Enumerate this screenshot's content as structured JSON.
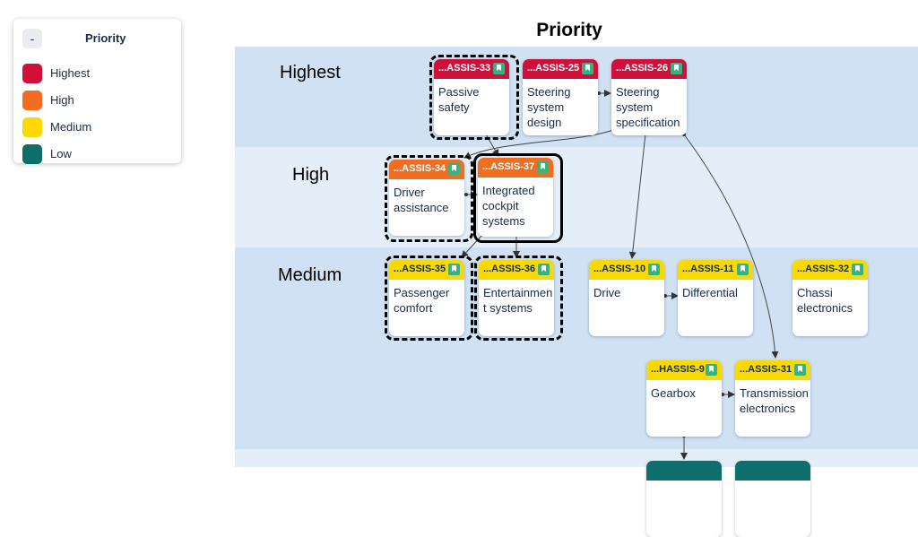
{
  "legend": {
    "toggle_label": "-",
    "title": "Priority",
    "items": [
      {
        "label": "Highest",
        "color": "#d0103a"
      },
      {
        "label": "High",
        "color": "#f16d22"
      },
      {
        "label": "Medium",
        "color": "#fad900"
      },
      {
        "label": "Low",
        "color": "#0e6f6a"
      }
    ]
  },
  "diagram": {
    "title": "Priority",
    "bands": [
      {
        "label": "Highest",
        "color": "#cfe1f3"
      },
      {
        "label": "High",
        "color": "#e4eef9"
      },
      {
        "label": "Medium",
        "color": "#cfe1f3"
      },
      {
        "label": "",
        "color": "#e4eef9"
      }
    ],
    "cards": [
      {
        "id": "...ASSIS-33",
        "text": "Passive safety",
        "priority": "Highest"
      },
      {
        "id": "...ASSIS-25",
        "text": "Steering system design",
        "priority": "Highest"
      },
      {
        "id": "...ASSIS-26",
        "text": "Steering system specification",
        "priority": "Highest"
      },
      {
        "id": "...ASSIS-34",
        "text": "Driver assistance",
        "priority": "High"
      },
      {
        "id": "...ASSIS-37",
        "text": "Integrated cockpit systems",
        "priority": "High"
      },
      {
        "id": "...ASSIS-35",
        "text": "Passenger comfort",
        "priority": "Medium"
      },
      {
        "id": "...ASSIS-36",
        "text": "Entertainmen t systems",
        "priority": "Medium"
      },
      {
        "id": "...ASSIS-10",
        "text": "Drive",
        "priority": "Medium"
      },
      {
        "id": "...ASSIS-11",
        "text": "Differential",
        "priority": "Medium"
      },
      {
        "id": "...ASSIS-32",
        "text": "Chassi electronics",
        "priority": "Medium"
      },
      {
        "id": "...HASSIS-9",
        "text": "Gearbox",
        "priority": "Medium"
      },
      {
        "id": "...ASSIS-31",
        "text": "Transmission electronics",
        "priority": "Medium"
      },
      {
        "id": "",
        "text": "",
        "priority": "Low"
      },
      {
        "id": "",
        "text": "",
        "priority": "Low"
      }
    ],
    "header_text_colors": {
      "Highest": "#ffffff",
      "High": "#ffffff",
      "Medium": "#172b4d",
      "Low": "#ffffff"
    },
    "edges": [
      {
        "from": "...ASSIS-25",
        "to": "...ASSIS-26"
      },
      {
        "from": "...ASSIS-33",
        "to": "...ASSIS-37"
      },
      {
        "from": "...ASSIS-26",
        "to": "...ASSIS-34"
      },
      {
        "from": "...ASSIS-26",
        "to": "...ASSIS-10"
      },
      {
        "from": "...ASSIS-26",
        "to": "...ASSIS-31"
      },
      {
        "from": "...ASSIS-34",
        "to": "...ASSIS-37"
      },
      {
        "from": "...ASSIS-37",
        "to": "...ASSIS-35"
      },
      {
        "from": "...ASSIS-37",
        "to": "...ASSIS-36"
      },
      {
        "from": "...ASSIS-10",
        "to": "...ASSIS-11"
      },
      {
        "from": "...HASSIS-9",
        "to": "...ASSIS-31"
      },
      {
        "from": "...HASSIS-9",
        "to": ""
      }
    ]
  }
}
